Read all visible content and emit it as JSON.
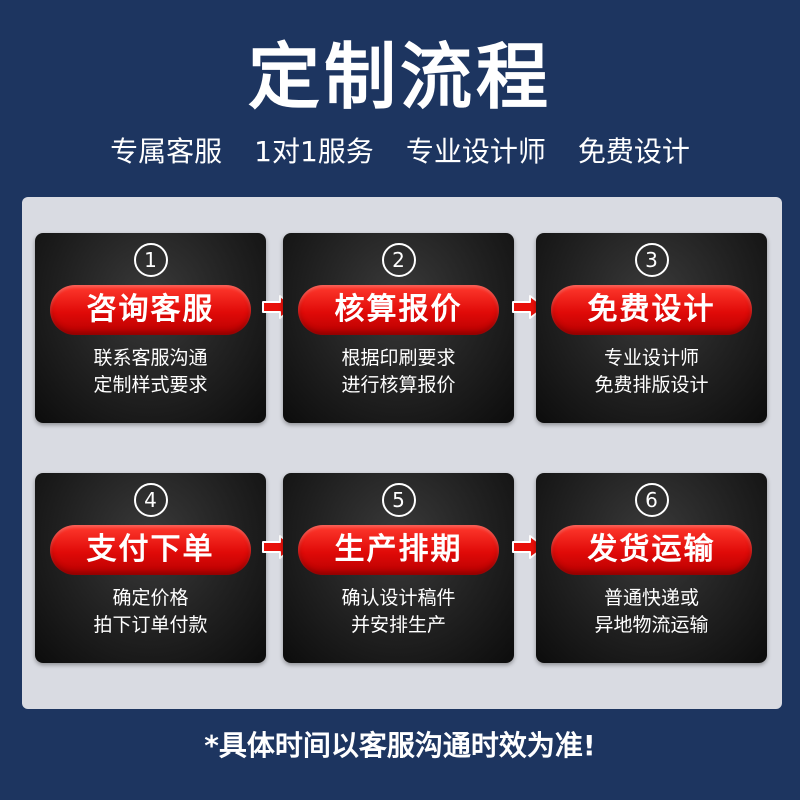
{
  "title": "定制流程",
  "subtitle": [
    "专属客服",
    "1对1服务",
    "专业设计师",
    "免费设计"
  ],
  "steps": [
    {
      "num": "1",
      "label": "咨询客服",
      "line1": "联系客服沟通",
      "line2": "定制样式要求"
    },
    {
      "num": "2",
      "label": "核算报价",
      "line1": "根据印刷要求",
      "line2": "进行核算报价"
    },
    {
      "num": "3",
      "label": "免费设计",
      "line1": "专业设计师",
      "line2": "免费排版设计"
    },
    {
      "num": "4",
      "label": "支付下单",
      "line1": "确定价格",
      "line2": "拍下订单付款"
    },
    {
      "num": "5",
      "label": "生产排期",
      "line1": "确认设计稿件",
      "line2": "并安排生产"
    },
    {
      "num": "6",
      "label": "发货运输",
      "line1": "普通快递或",
      "line2": "异地物流运输"
    }
  ],
  "note": "*具体时间以客服沟通时效为准!",
  "colors": {
    "background": "#1d3560",
    "panel": "#d9dbe2",
    "pill": "#e00a08",
    "card": "#1c1c1c"
  },
  "icons": {
    "step_arrow": "right-arrow-icon"
  }
}
